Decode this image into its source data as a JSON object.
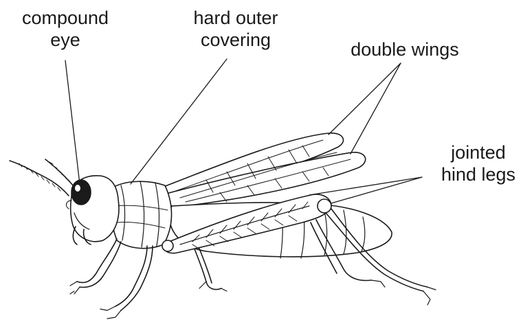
{
  "labels": {
    "compound_eye": [
      "compound",
      "eye"
    ],
    "hard_outer_covering": [
      "hard outer",
      "covering"
    ],
    "double_wings": [
      "double wings"
    ],
    "jointed_hind_legs": [
      "jointed",
      "hind legs"
    ]
  },
  "colors": {
    "ink": "#1a1a1a",
    "body_fill": "#ffffff"
  }
}
